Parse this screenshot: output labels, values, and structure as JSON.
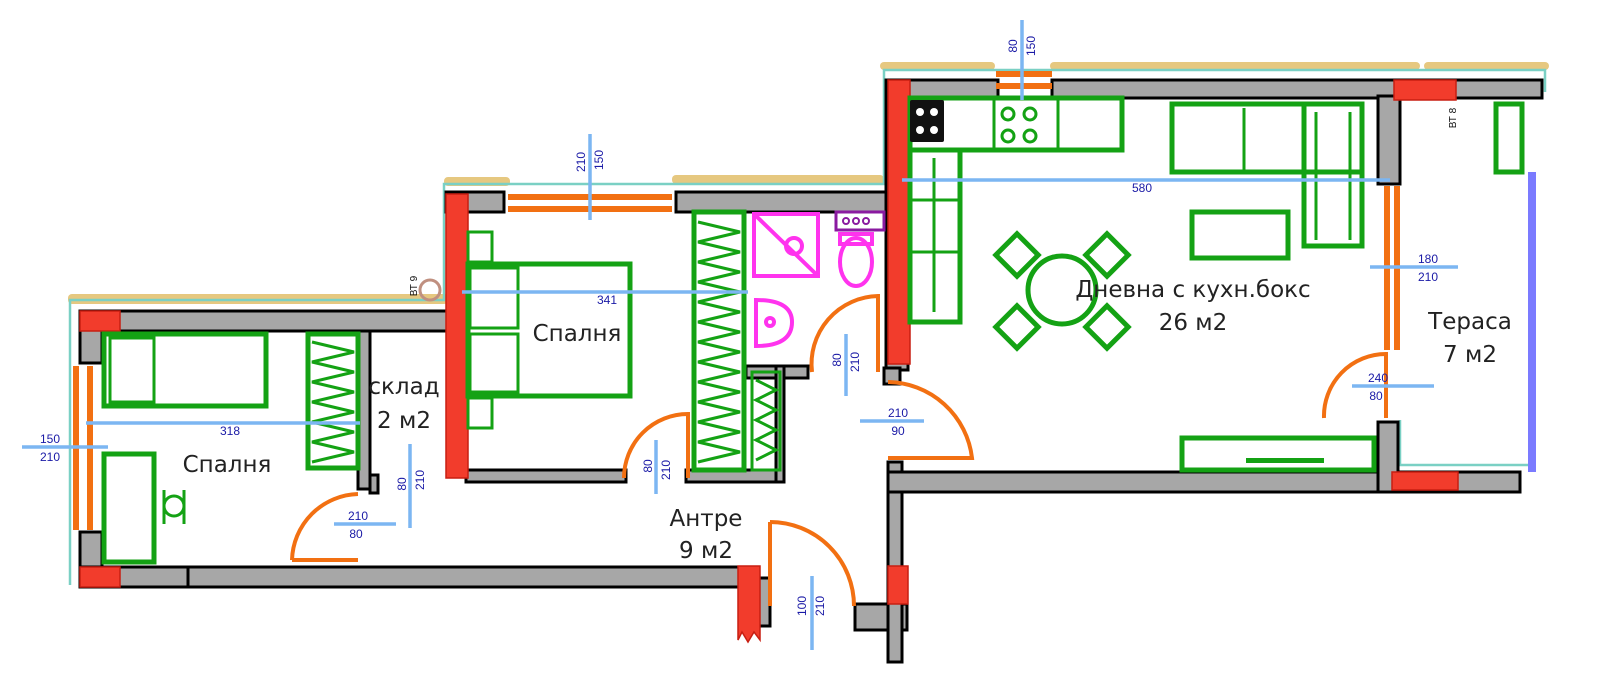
{
  "rooms": {
    "bedroom_left": {
      "name": "Спалня"
    },
    "storage": {
      "name": "склад",
      "area": "2 м2"
    },
    "bedroom_mid": {
      "name": "Спалня"
    },
    "hallway": {
      "name": "Антре",
      "area": "9 м2"
    },
    "living": {
      "name": "Дневна с кухн.бокс",
      "area": "26 м2"
    },
    "terrace": {
      "name": "Тераса",
      "area": "7 м2"
    }
  },
  "dimensions": {
    "window_left_w": "150",
    "window_left_h": "210",
    "bedroom_left_width": "318",
    "storage_door_w": "210",
    "storage_door_h": "80",
    "storage_door_b1": "80",
    "storage_door_b2": "210",
    "window_mid_1": "210",
    "window_mid_2": "150",
    "bedroom_mid_width": "341",
    "bedroom_mid_door_1": "80",
    "bedroom_mid_door_2": "210",
    "entrance_door_1": "100",
    "entrance_door_2": "210",
    "bath_door_1": "80",
    "bath_door_2": "210",
    "living_door_1": "210",
    "living_door_2": "90",
    "window_top_1": "80",
    "window_top_2": "150",
    "living_width": "580",
    "terrace_window_1": "180",
    "terrace_window_2": "210",
    "terrace_door_1": "240",
    "terrace_door_2": "80"
  },
  "markers": {
    "vent_left": "ВТ 9",
    "vent_right": "ВТ 8"
  },
  "colors": {
    "walls": "#a7a7a7",
    "columns": "#f23c2c",
    "furniture": "#14a214",
    "sanitary": "#ff33ee",
    "doors": "#f27012",
    "dimension_lines": "#7cb6f2",
    "dimension_text": "#1a1aa6"
  }
}
